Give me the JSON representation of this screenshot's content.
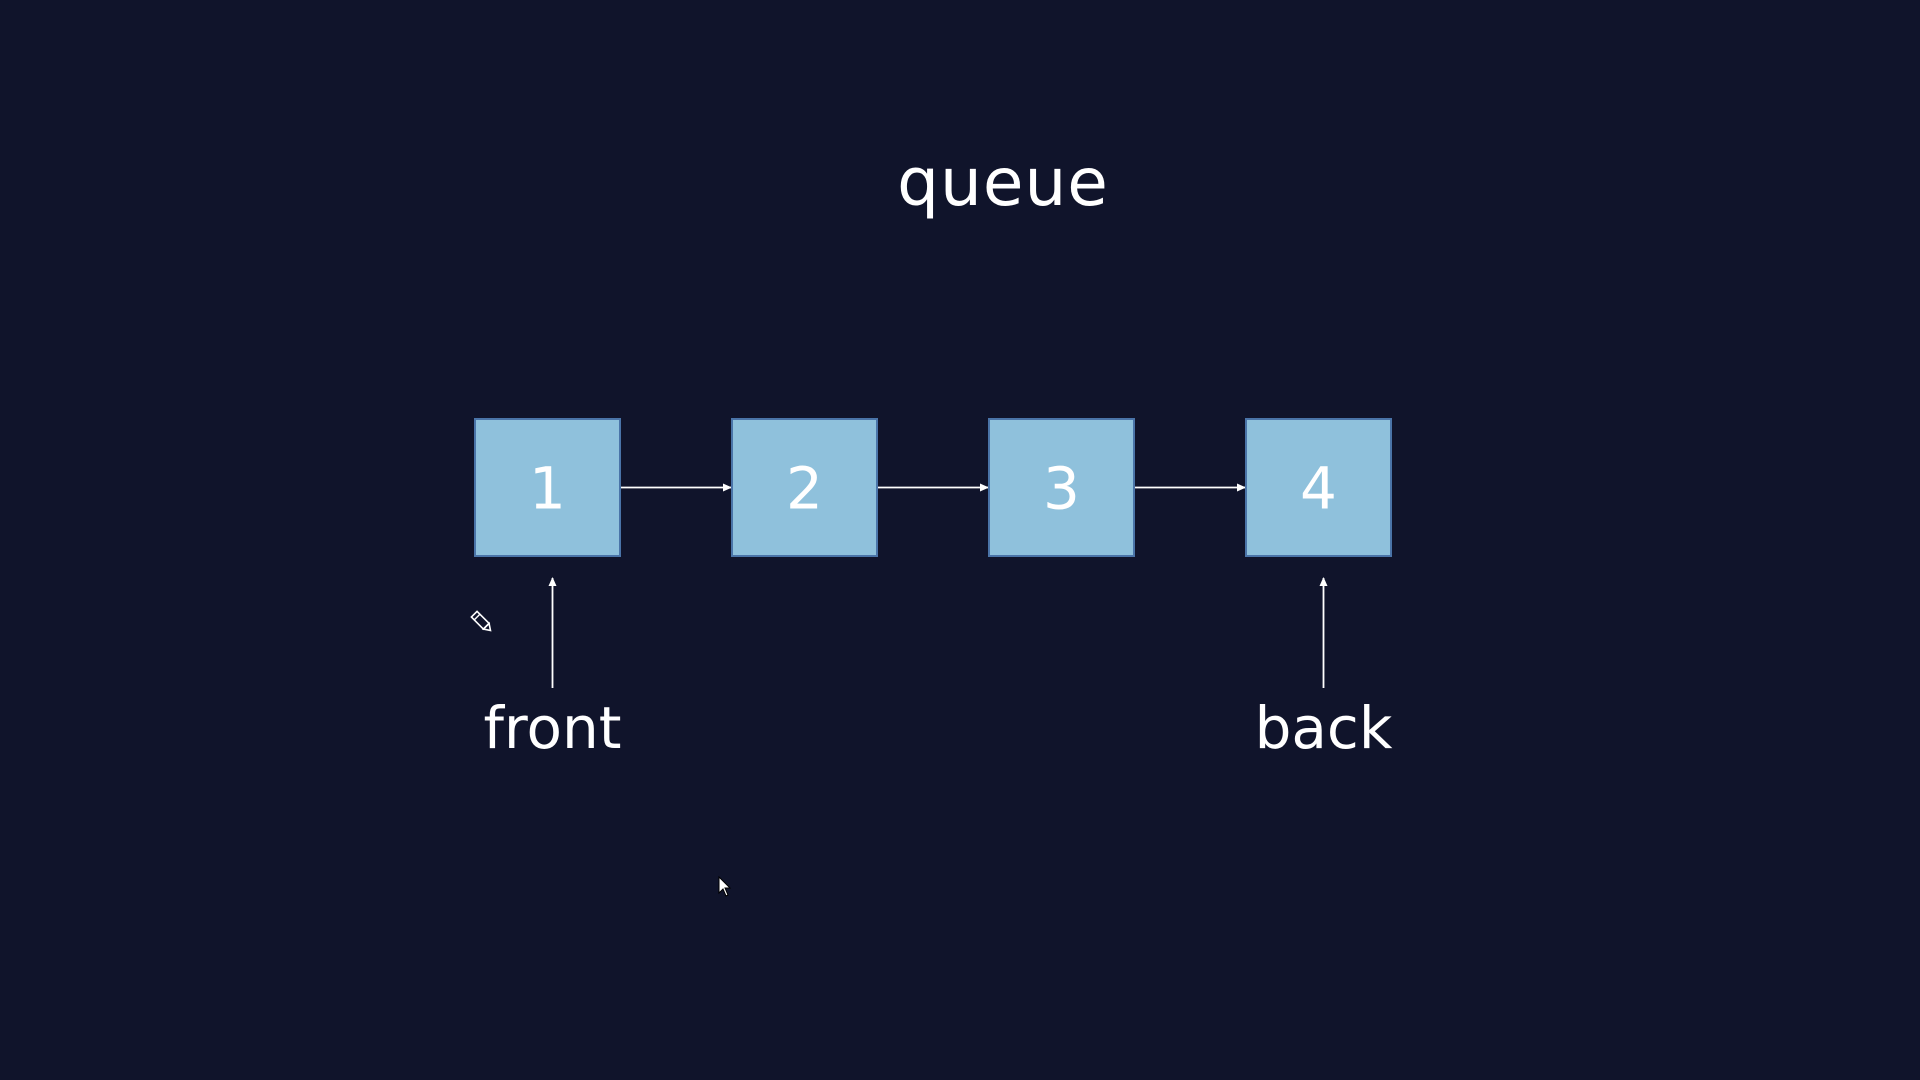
{
  "slide": {
    "title": "queue",
    "background_color": "#10142b",
    "node_fill_color": "#8fc1dc",
    "node_border_color": "#4a74a8",
    "text_color": "#ffffff"
  },
  "queue": {
    "nodes": [
      "1",
      "2",
      "3",
      "4"
    ],
    "links": [
      {
        "from": "1",
        "to": "2"
      },
      {
        "from": "2",
        "to": "3"
      },
      {
        "from": "3",
        "to": "4"
      }
    ],
    "pointers": [
      {
        "label": "front",
        "target": "1"
      },
      {
        "label": "back",
        "target": "4"
      }
    ]
  },
  "icons": {
    "pencil": "pencil-icon",
    "cursor": "mouse-pointer-icon"
  }
}
